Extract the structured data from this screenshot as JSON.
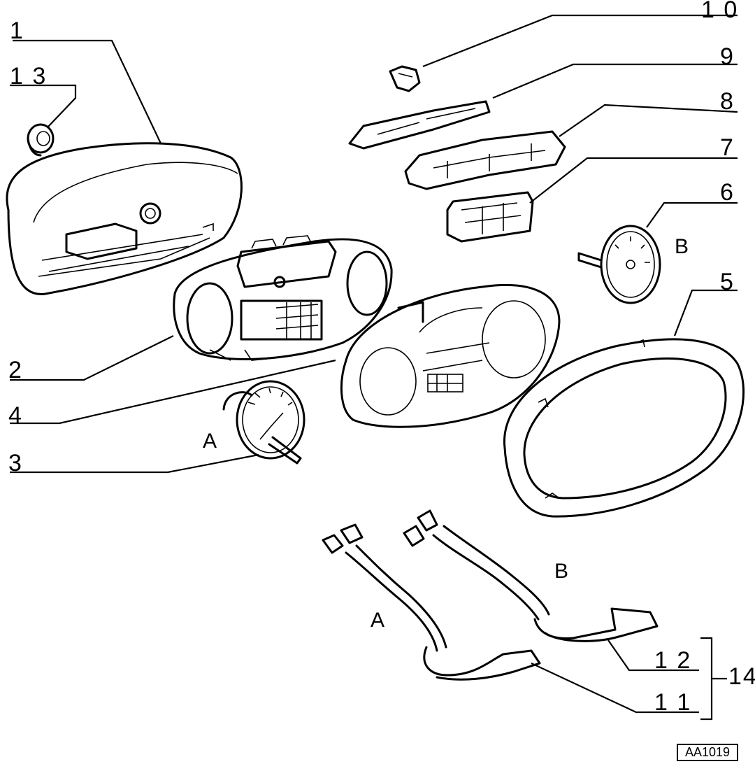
{
  "labels": {
    "p1": "1",
    "p2": "2",
    "p3": "3",
    "p4": "4",
    "p5": "5",
    "p6": "6",
    "p7": "7",
    "p8": "8",
    "p9": "9",
    "p10": "1 0",
    "p11": "1 1",
    "p12": "1 2",
    "p13": "1 3",
    "p14": "14",
    "gauge_a": "A",
    "gauge_b": "B",
    "harness_a": "A",
    "harness_b": "B"
  },
  "reference_code": "AA1019"
}
